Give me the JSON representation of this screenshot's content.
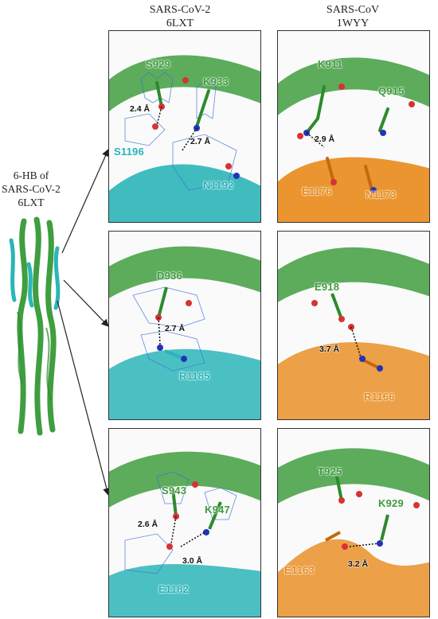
{
  "columns": [
    {
      "line1": "SARS-CoV-2",
      "line2": "6LXT"
    },
    {
      "line1": "SARS-CoV",
      "line2": "1WYY"
    }
  ],
  "side_label": {
    "line1": "6-HB of",
    "line2": "SARS-CoV-2",
    "line3": "6LXT"
  },
  "panels": [
    {
      "residues": [
        "S929",
        "K933",
        "S1196",
        "N1192"
      ],
      "distances": [
        "2.4 Å",
        "2.7 Å"
      ]
    },
    {
      "residues": [
        "K911",
        "Q915",
        "E1176",
        "N1173"
      ],
      "distances": [
        "2.9 Å"
      ]
    },
    {
      "residues": [
        "D936",
        "R1185"
      ],
      "distances": [
        "2.7 Å"
      ]
    },
    {
      "residues": [
        "E918",
        "R1166"
      ],
      "distances": [
        "3.7 Å"
      ]
    },
    {
      "residues": [
        "S943",
        "K947",
        "E1182"
      ],
      "distances": [
        "2.6 Å",
        "3.0 Å"
      ]
    },
    {
      "residues": [
        "T925",
        "K929",
        "E1163"
      ],
      "distances": [
        "3.2 Å"
      ]
    }
  ],
  "colors": {
    "hr1_helix": "#3f9e3f",
    "hr2_sarscov2": "#2bb5b8",
    "hr2_sarscov": "#e8891a",
    "density_mesh": "#3a6fd8"
  }
}
